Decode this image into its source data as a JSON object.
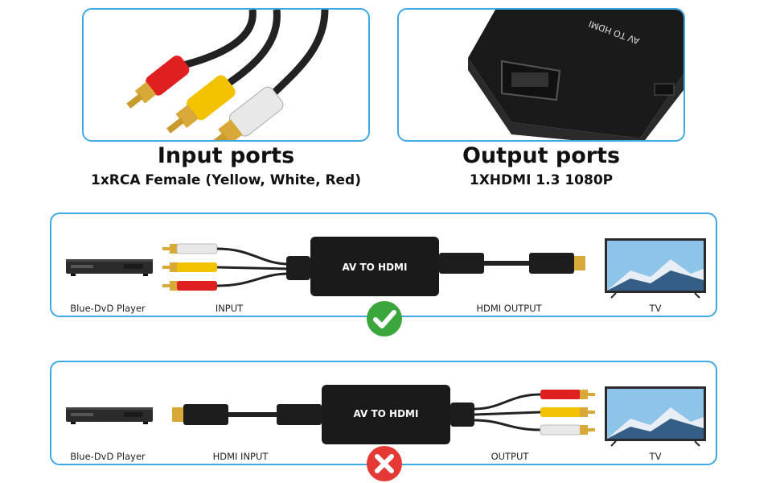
{
  "input_panel": {
    "title": "Input ports",
    "subtitle": "1xRCA Female (Yellow, White, Red)"
  },
  "output_panel": {
    "title": "Output ports",
    "subtitle": "1XHDMI 1.3 1080P",
    "device_text": "AV TO HDMI"
  },
  "correct_diagram": {
    "device_label": "AV TO HDMI",
    "labels": [
      "Blue-DvD Player",
      "INPUT",
      "HDMI OUTPUT",
      "TV"
    ],
    "status": "check",
    "status_color": "#3aa63c"
  },
  "wrong_diagram": {
    "device_label": "AV TO HDMI",
    "labels": [
      "Blue-DvD Player",
      "HDMI INPUT",
      "OUTPUT",
      "TV"
    ],
    "status": "cross",
    "status_color": "#e53935"
  },
  "colors": {
    "accent": "#3ea9e0",
    "rca_red": "#e02020",
    "rca_yellow": "#f2c200",
    "rca_white": "#e8e8e8",
    "gold": "#d8a838"
  }
}
